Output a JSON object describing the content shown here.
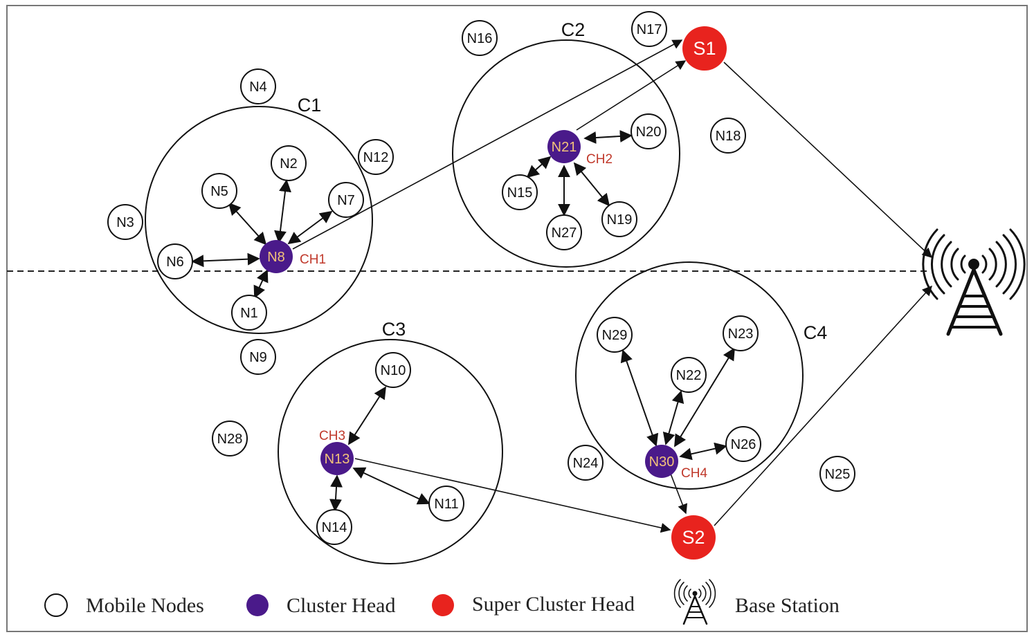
{
  "colors": {
    "cluster_head": "#4a1a8a",
    "super_cluster_head": "#e8231e",
    "cluster_head_text": "#f3c27a",
    "ch_tag": "#c0392b"
  },
  "clusters": {
    "c1": "C1",
    "c2": "C2",
    "c3": "C3",
    "c4": "C4"
  },
  "nodes": {
    "n1": "N1",
    "n2": "N2",
    "n3": "N3",
    "n4": "N4",
    "n5": "N5",
    "n6": "N6",
    "n7": "N7",
    "n9": "N9",
    "n10": "N10",
    "n11": "N11",
    "n12": "N12",
    "n14": "N14",
    "n15": "N15",
    "n16": "N16",
    "n17": "N17",
    "n18": "N18",
    "n19": "N19",
    "n20": "N20",
    "n22": "N22",
    "n23": "N23",
    "n24": "N24",
    "n25": "N25",
    "n26": "N26",
    "n27": "N27",
    "n28": "N28",
    "n29": "N29"
  },
  "cluster_heads": {
    "n8": "N8",
    "n21": "N21",
    "n13": "N13",
    "n30": "N30"
  },
  "ch_tags": {
    "ch1": "CH1",
    "ch2": "CH2",
    "ch3": "CH3",
    "ch4": "CH4"
  },
  "super_heads": {
    "s1": "S1",
    "s2": "S2"
  },
  "legend": {
    "mobile_nodes": "Mobile Nodes",
    "cluster_head": "Cluster Head",
    "super_cluster_head": "Super Cluster Head",
    "base_station": "Base Station"
  },
  "icons": {
    "base_station": "antenna-tower-icon"
  }
}
